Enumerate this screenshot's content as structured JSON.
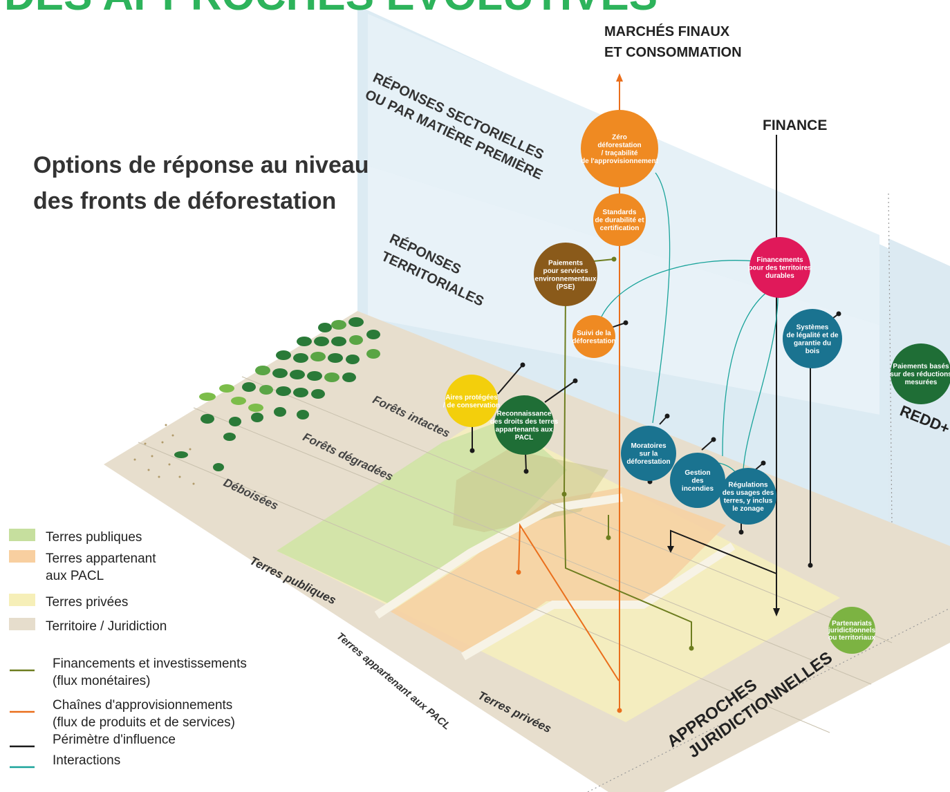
{
  "top_banner": "DES APPROCHES ÉVOLUTIVES",
  "main_title": [
    "Options de réponse au niveau",
    "des fronts de déforestation"
  ],
  "axis_labels": {
    "marches": [
      "MARCHÉS FINAUX",
      "ET CONSOMMATION"
    ],
    "finance": "FINANCE",
    "sectorielles": [
      "RÉPONSES SECTORIELLES",
      "OU PAR MATIÈRE PREMIÈRE"
    ],
    "territoriales": [
      "RÉPONSES",
      "TERRITORIALES"
    ],
    "redd": "REDD+",
    "approches": [
      "APPROCHES",
      "JURIDICTIONNELLES"
    ]
  },
  "forest_states": [
    "Forêts intactes",
    "Forêts dégradées",
    "Déboisées"
  ],
  "land_zone_labels": [
    "Terres publiques",
    "Terres appartenant aux PACL",
    "Terres privées"
  ],
  "circles": [
    {
      "label": [
        "Zéro",
        "déforestation",
        "/ traçabilité",
        "de l'approvisionnement"
      ],
      "color": "#ef8a22"
    },
    {
      "label": [
        "Standards",
        "de durabilité et",
        "certification"
      ],
      "color": "#ef8a22"
    },
    {
      "label": [
        "Paiements",
        "pour services",
        "environnementaux",
        "(PSE)"
      ],
      "color": "#8a5a1a"
    },
    {
      "label": [
        "Suivi de la",
        "déforestation"
      ],
      "color": "#ef8a22"
    },
    {
      "label": [
        "Financements",
        "pour des territoires",
        "durables"
      ],
      "color": "#e0195a"
    },
    {
      "label": [
        "Systèmes",
        "de légalité et de",
        "garantie du",
        "bois"
      ],
      "color": "#1a7390"
    },
    {
      "label": [
        "Aires protégées",
        "/ de conservation"
      ],
      "color": "#f3cf0c"
    },
    {
      "label": [
        "Reconnaissance",
        "des droits des terres",
        "appartenants aux",
        "PACL"
      ],
      "color": "#1f6e36"
    },
    {
      "label": [
        "Moratoires",
        "sur la",
        "déforestation"
      ],
      "color": "#1a7390"
    },
    {
      "label": [
        "Gestion",
        "des",
        "incendies"
      ],
      "color": "#1a7390"
    },
    {
      "label": [
        "Régulations",
        "des usages des",
        "terres, y inclus",
        "le zonage"
      ],
      "color": "#1a7390"
    },
    {
      "label": [
        "Paiements basés",
        "sur des réductions",
        "mesurées"
      ],
      "color": "#1f6e36"
    },
    {
      "label": [
        "Partenariats",
        "juridictionnels",
        "ou territoriaux"
      ],
      "color": "#7cb342"
    }
  ],
  "legend": {
    "areas": [
      {
        "label": [
          "Terres publiques"
        ],
        "color": "#c6df9e"
      },
      {
        "label": [
          "Terres appartenant",
          "aux PACL"
        ],
        "color": "#f8cfa0"
      },
      {
        "label": [
          "Terres privées"
        ],
        "color": "#f6efb8"
      },
      {
        "label": [
          "Territoire / Juridiction"
        ],
        "color": "#e6ddcc"
      }
    ],
    "lines": [
      {
        "label": [
          "Financements et investissements",
          "(flux monétaires)"
        ],
        "color": "#6d7d1f"
      },
      {
        "label": [
          "Chaînes d'approvisionnements",
          "(flux de produits et de services)"
        ],
        "color": "#ea6f1c"
      },
      {
        "label": [
          "Périmètre d'influence"
        ],
        "color": "#1a1a1a"
      },
      {
        "label": [
          "Interactions"
        ],
        "color": "#19a39a"
      }
    ]
  }
}
